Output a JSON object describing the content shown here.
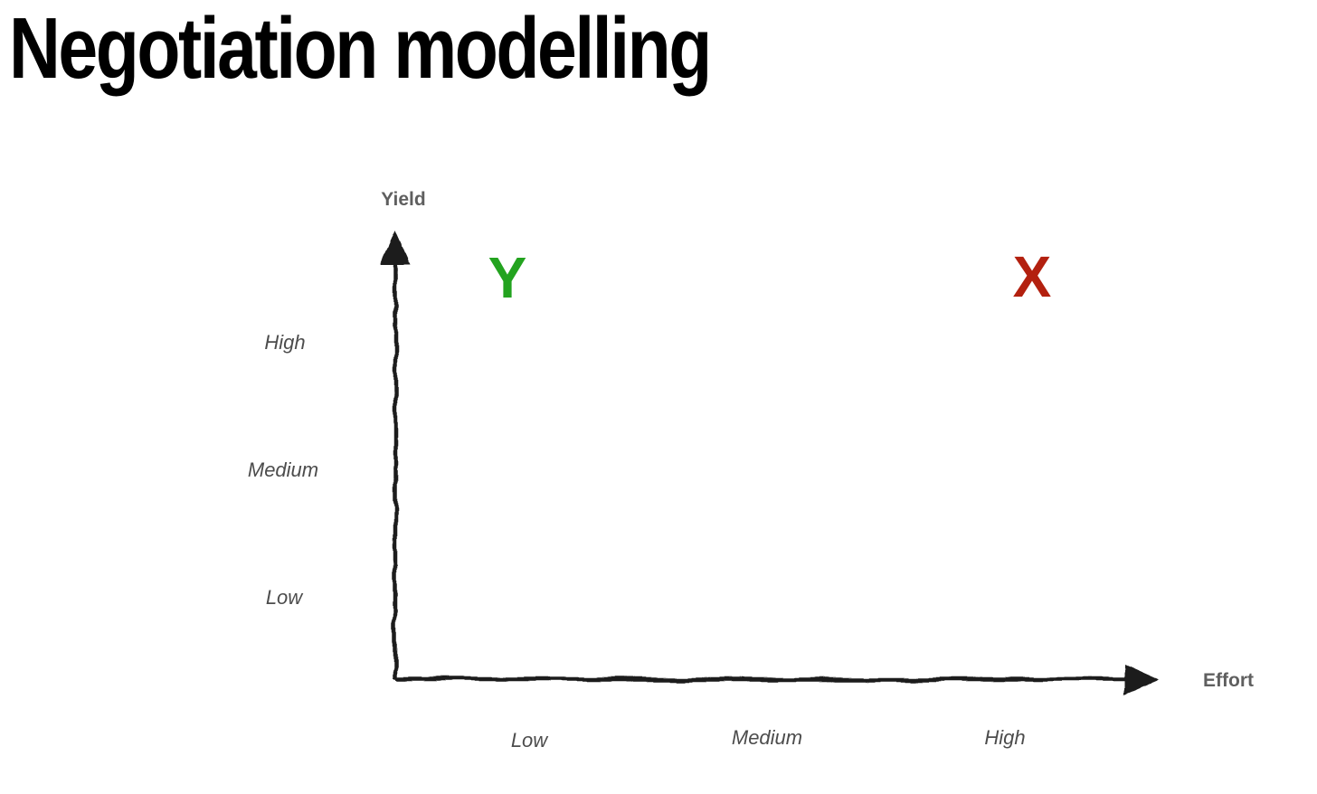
{
  "page": {
    "title": "Negotiation modelling",
    "title_color": "#000000",
    "background_color": "#ffffff"
  },
  "chart": {
    "y_axis_label": "Yield",
    "x_axis_label": "Effort",
    "y_ticks": [
      "High",
      "Medium",
      "Low"
    ],
    "x_ticks": [
      "Low",
      "Medium",
      "High"
    ],
    "axis_color": "#1c1c1c",
    "axis_label_color": "#5f5f5f",
    "tick_label_color": "#4c4c4c",
    "markers": [
      {
        "label": "Y",
        "color": "#23a31f"
      },
      {
        "label": "X",
        "color": "#b3200f"
      }
    ]
  },
  "chart_data": {
    "type": "scatter",
    "title": "Negotiation modelling",
    "xlabel": "Effort",
    "ylabel": "Yield",
    "x_tick_labels": [
      "Low",
      "Medium",
      "High"
    ],
    "y_tick_labels": [
      "Low",
      "Medium",
      "High"
    ],
    "grid": false,
    "legend": false,
    "style": "hand-drawn sketchy arrow axes, categorical ticks, no gridlines",
    "points": [
      {
        "label": "Y",
        "effort": "Low",
        "yield": "Very High",
        "color": "#23a31f",
        "x_frac": 0.15,
        "y_frac": 0.9
      },
      {
        "label": "X",
        "effort": "High",
        "yield": "Very High",
        "color": "#b3200f",
        "x_frac": 0.84,
        "y_frac": 0.9
      }
    ]
  }
}
